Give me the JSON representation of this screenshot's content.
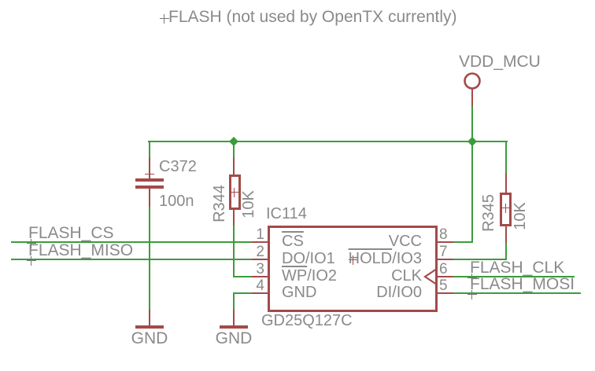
{
  "sheet": {
    "title": "FLASH (not used by OpenTX currently)"
  },
  "colors": {
    "wire_green": "#3c9c3c",
    "symbol_red": "#a34a4a",
    "text_gray": "#8a8a8a"
  },
  "power": {
    "vdd": {
      "label": "VDD_MCU"
    },
    "gnd_left": {
      "label": "GND"
    },
    "gnd_right": {
      "label": "GND"
    }
  },
  "components": {
    "c372": {
      "ref": "C372",
      "value": "100n"
    },
    "r344": {
      "ref": "R344",
      "value": "10K"
    },
    "r345": {
      "ref": "R345",
      "value": "10K"
    },
    "ic114": {
      "ref": "IC114",
      "value": "GD25Q127C",
      "pins": {
        "p1": {
          "num": "1",
          "name": "CS"
        },
        "p2": {
          "num": "2",
          "name": "DO/IO1"
        },
        "p3": {
          "num": "3",
          "name_bar": "WP",
          "name_rest": "/IO2"
        },
        "p4": {
          "num": "4",
          "name": "GND"
        },
        "p5": {
          "num": "5",
          "name": "DI/IO0"
        },
        "p6": {
          "num": "6",
          "name": "CLK"
        },
        "p7": {
          "num": "7",
          "name_bar": "HOLD",
          "name_rest": "/IO3"
        },
        "p8": {
          "num": "8",
          "name": "VCC"
        }
      }
    }
  },
  "nets": {
    "flash_cs": "FLASH_CS",
    "flash_miso": "FLASH_MISO",
    "flash_clk": "FLASH_CLK",
    "flash_mosi": "FLASH_MOSI"
  }
}
